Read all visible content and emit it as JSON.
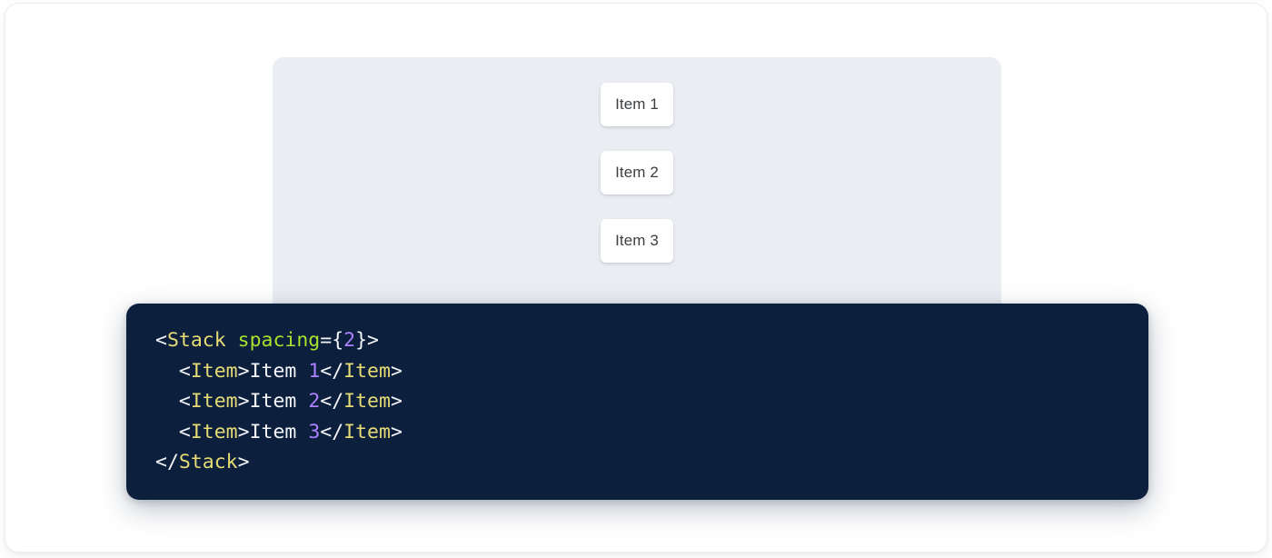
{
  "preview": {
    "panel_bg": "#eaedf2",
    "items": [
      {
        "label": "Item 1"
      },
      {
        "label": "Item 2"
      },
      {
        "label": "Item 3"
      }
    ]
  },
  "code": {
    "background": "#0c1f3d",
    "language": "jsx",
    "colors": {
      "tag": "#e6db74",
      "attribute": "#a6e22e",
      "number": "#ae81ff",
      "punctuation": "#f4f6fa",
      "text": "#f4f6fa"
    },
    "lines": [
      {
        "indent": "",
        "tokens": [
          {
            "t": "punct",
            "v": "<"
          },
          {
            "t": "tag",
            "v": "Stack"
          },
          {
            "t": "text",
            "v": " "
          },
          {
            "t": "attr",
            "v": "spacing"
          },
          {
            "t": "punct",
            "v": "={"
          },
          {
            "t": "num",
            "v": "2"
          },
          {
            "t": "punct",
            "v": "}>"
          }
        ]
      },
      {
        "indent": "  ",
        "tokens": [
          {
            "t": "punct",
            "v": "<"
          },
          {
            "t": "tag",
            "v": "Item"
          },
          {
            "t": "punct",
            "v": ">"
          },
          {
            "t": "text",
            "v": "Item "
          },
          {
            "t": "num",
            "v": "1"
          },
          {
            "t": "punct",
            "v": "</"
          },
          {
            "t": "tag",
            "v": "Item"
          },
          {
            "t": "punct",
            "v": ">"
          }
        ]
      },
      {
        "indent": "  ",
        "tokens": [
          {
            "t": "punct",
            "v": "<"
          },
          {
            "t": "tag",
            "v": "Item"
          },
          {
            "t": "punct",
            "v": ">"
          },
          {
            "t": "text",
            "v": "Item "
          },
          {
            "t": "num",
            "v": "2"
          },
          {
            "t": "punct",
            "v": "</"
          },
          {
            "t": "tag",
            "v": "Item"
          },
          {
            "t": "punct",
            "v": ">"
          }
        ]
      },
      {
        "indent": "  ",
        "tokens": [
          {
            "t": "punct",
            "v": "<"
          },
          {
            "t": "tag",
            "v": "Item"
          },
          {
            "t": "punct",
            "v": ">"
          },
          {
            "t": "text",
            "v": "Item "
          },
          {
            "t": "num",
            "v": "3"
          },
          {
            "t": "punct",
            "v": "</"
          },
          {
            "t": "tag",
            "v": "Item"
          },
          {
            "t": "punct",
            "v": ">"
          }
        ]
      },
      {
        "indent": "",
        "tokens": [
          {
            "t": "punct",
            "v": "</"
          },
          {
            "t": "tag",
            "v": "Stack"
          },
          {
            "t": "punct",
            "v": ">"
          }
        ]
      }
    ]
  }
}
